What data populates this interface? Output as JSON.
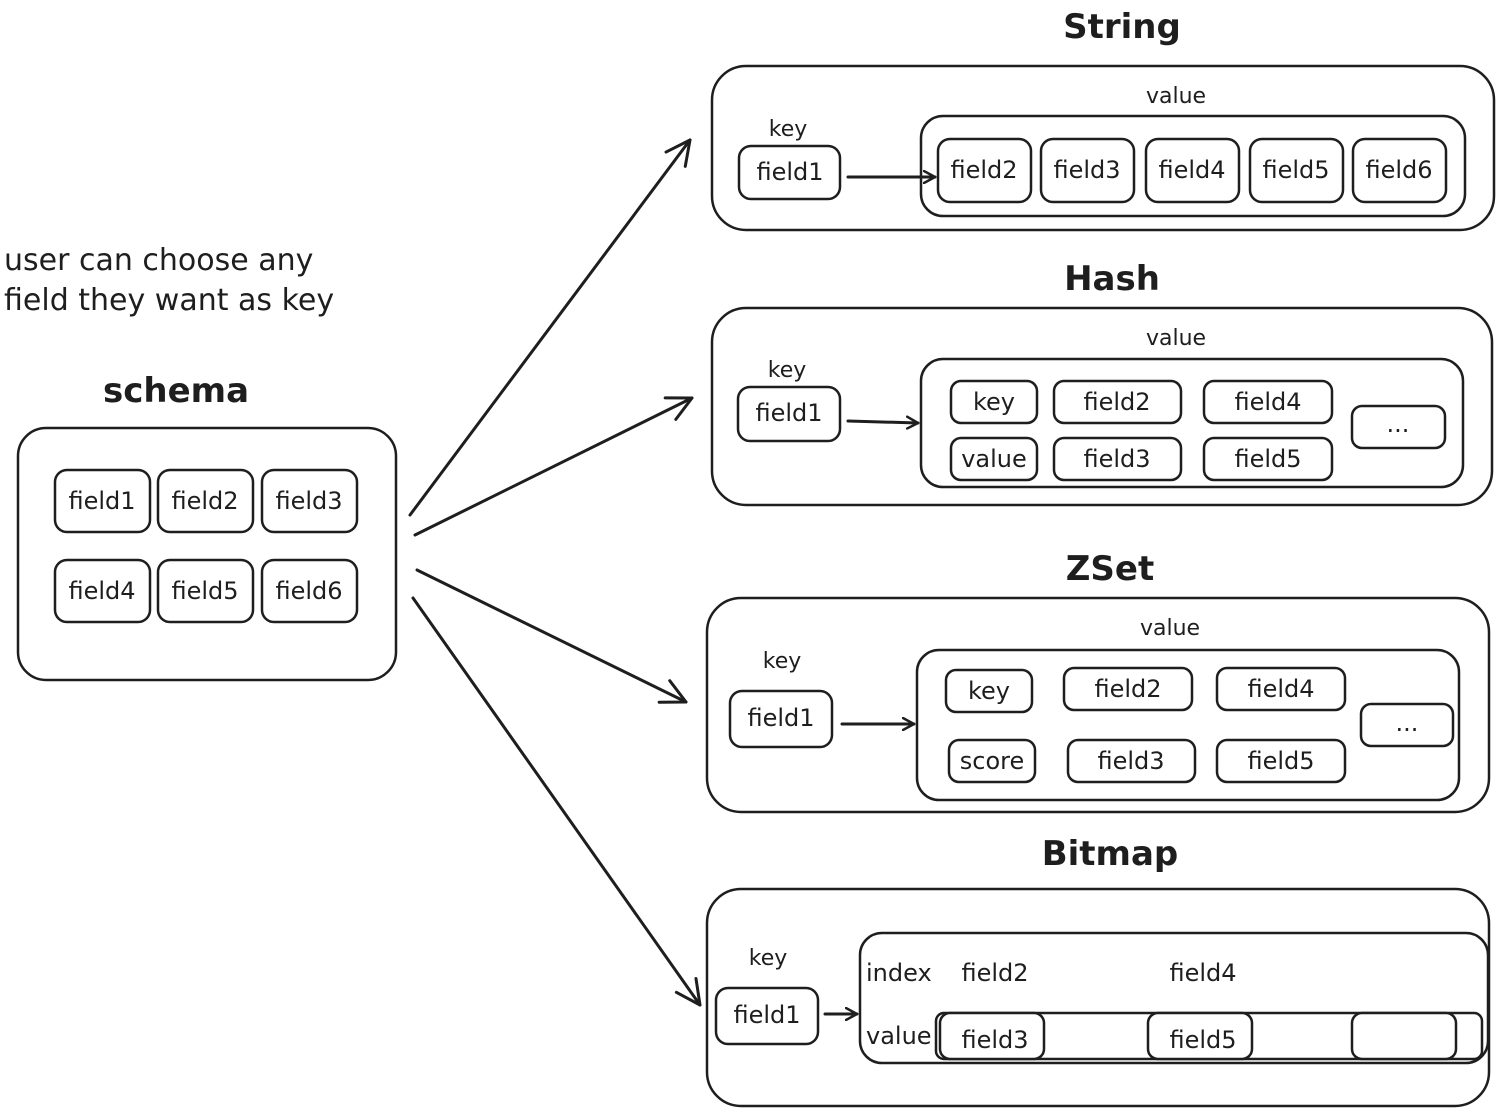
{
  "note": {
    "line1": "user can choose any",
    "line2": "field they want as key"
  },
  "schema": {
    "title": "schema",
    "fields": [
      "field1",
      "field2",
      "field3",
      "field4",
      "field5",
      "field6"
    ]
  },
  "string": {
    "title": "String",
    "key_label": "key",
    "value_label": "value",
    "key_field": "field1",
    "value_fields": [
      "field2",
      "field3",
      "field4",
      "field5",
      "field6"
    ]
  },
  "hash": {
    "title": "Hash",
    "key_label": "key",
    "value_label": "value",
    "key_field": "field1",
    "row_key": "key",
    "row_value": "value",
    "pairs_top": [
      "field2",
      "field4"
    ],
    "pairs_bottom": [
      "field3",
      "field5"
    ],
    "ellipsis": "..."
  },
  "zset": {
    "title": "ZSet",
    "key_label": "key",
    "value_label": "value",
    "key_field": "field1",
    "row_key": "key",
    "row_score": "score",
    "pairs_top": [
      "field2",
      "field4"
    ],
    "pairs_bottom": [
      "field3",
      "field5"
    ],
    "ellipsis": "..."
  },
  "bitmap": {
    "title": "Bitmap",
    "key_label": "key",
    "key_field": "field1",
    "index_label": "index",
    "value_label": "value",
    "index_fields": [
      "field2",
      "field4"
    ],
    "value_fields": [
      "field3",
      "field5"
    ]
  }
}
